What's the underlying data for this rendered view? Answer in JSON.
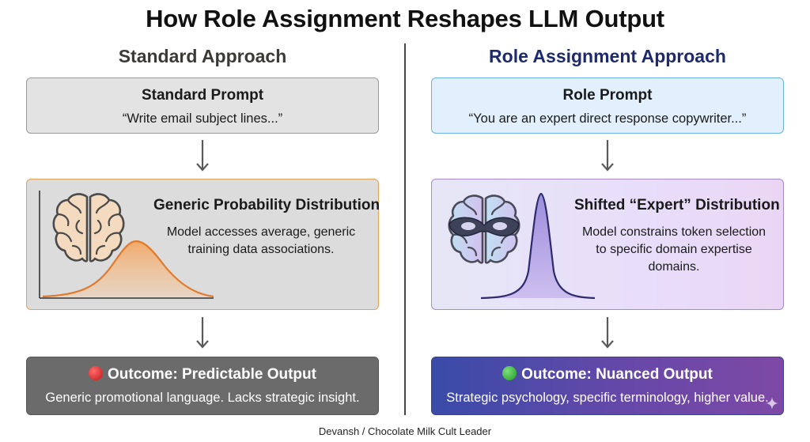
{
  "title": "How Role Assignment Reshapes LLM Output",
  "left": {
    "heading": "Standard Approach",
    "prompt": {
      "title": "Standard Prompt",
      "text": "“Write email subject lines...”"
    },
    "distribution": {
      "title": "Generic Probability Distribution",
      "text_lines": [
        "Model accesses average, generic",
        "training data associations."
      ]
    },
    "outcome": {
      "title": "Outcome: Predictable Output",
      "text": "Generic promotional language. Lacks strategic insight.",
      "status_color": "#d62828"
    }
  },
  "right": {
    "heading": "Role Assignment Approach",
    "prompt": {
      "title": "Role Prompt",
      "text": "“You are an expert direct response copywriter...”"
    },
    "distribution": {
      "title": "Shifted “Expert” Distribution",
      "text_lines": [
        "Model constrains token selection",
        "to specific domain expertise",
        "domains."
      ]
    },
    "outcome": {
      "title": "Outcome: Nuanced Output",
      "text": "Strategic psychology, specific terminology, higher value.",
      "status_color": "#2fae2f"
    }
  },
  "icons": {
    "left_brain": "brain-icon",
    "right_brain": "masked-brain-icon",
    "arrows": "arrow-down-icon"
  },
  "footer": "Devansh / Chocolate Milk Cult Leader"
}
